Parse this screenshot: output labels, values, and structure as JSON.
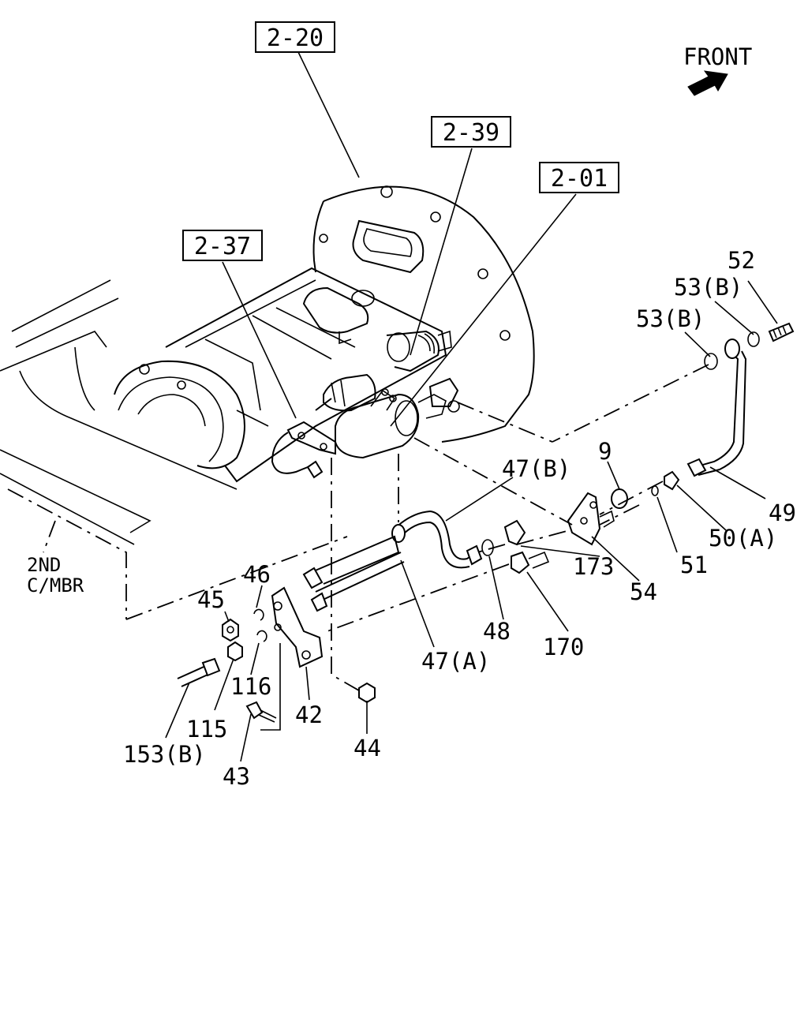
{
  "direction": {
    "label": "FRONT",
    "icon": "front-arrow-icon"
  },
  "ref_boxes": [
    "2-20",
    "2-39",
    "2-01",
    "2-37"
  ],
  "frame_label": {
    "line1": "2ND",
    "line2": "C/MBR"
  },
  "callouts": {
    "c52": "52",
    "c53b_top": "53(B)",
    "c53b_mid": "53(B)",
    "c9": "9",
    "c47b": "47(B)",
    "c49": "49",
    "c50a": "50(A)",
    "c51": "51",
    "c173": "173",
    "c54": "54",
    "c46": "46",
    "c45": "45",
    "c48": "48",
    "c170": "170",
    "c47a": "47(A)",
    "c116": "116",
    "c115": "115",
    "c42": "42",
    "c153b": "153(B)",
    "c44": "44",
    "c43": "43"
  }
}
